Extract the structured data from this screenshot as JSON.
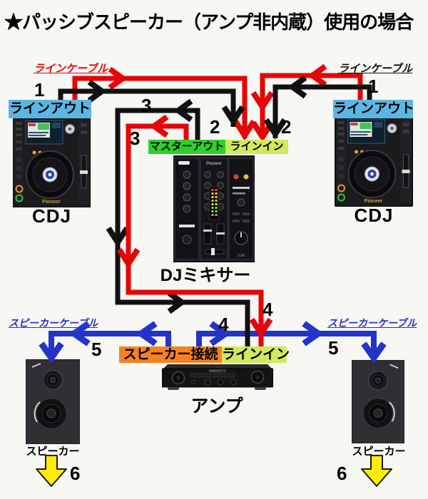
{
  "title": "★パッシブスピーカー（アンプ非内蔵）使用の場合",
  "colors": {
    "line_cable_red": "#e60505",
    "line_cable_black": "#111111",
    "speaker_cable_blue": "#2433c8",
    "label_lineout_bg": "#5cb6e4",
    "label_masterout_bg": "#2bd02b",
    "label_linein_bg": "#cfea5d",
    "label_speaker_connect_bg": "#f5821f",
    "sound_arrow_yellow": "#ffee00"
  },
  "cable_labels": {
    "line_cable_left": "ラインケーブル",
    "line_cable_right": "ラインケーブル",
    "speaker_cable_left": "スピーカーケーブル",
    "speaker_cable_right": "スピーカーケーブル"
  },
  "port_labels": {
    "cdj_left_lineout": "ラインアウト",
    "cdj_right_lineout": "ラインアウト",
    "mixer_master_out": "マスターアウト",
    "mixer_line_in": "ラインイン",
    "amp_speaker_connect": "スピーカー接続",
    "amp_line_in": "ラインイン"
  },
  "device_labels": {
    "cdj_left": "CDJ",
    "cdj_right": "CDJ",
    "mixer": "DJミキサー",
    "amp": "アンプ",
    "speaker_left": "スピーカー",
    "speaker_right": "スピーカー"
  },
  "steps": [
    "1",
    "1",
    "2",
    "2",
    "3",
    "3",
    "4",
    "4",
    "5",
    "5",
    "6",
    "6"
  ]
}
